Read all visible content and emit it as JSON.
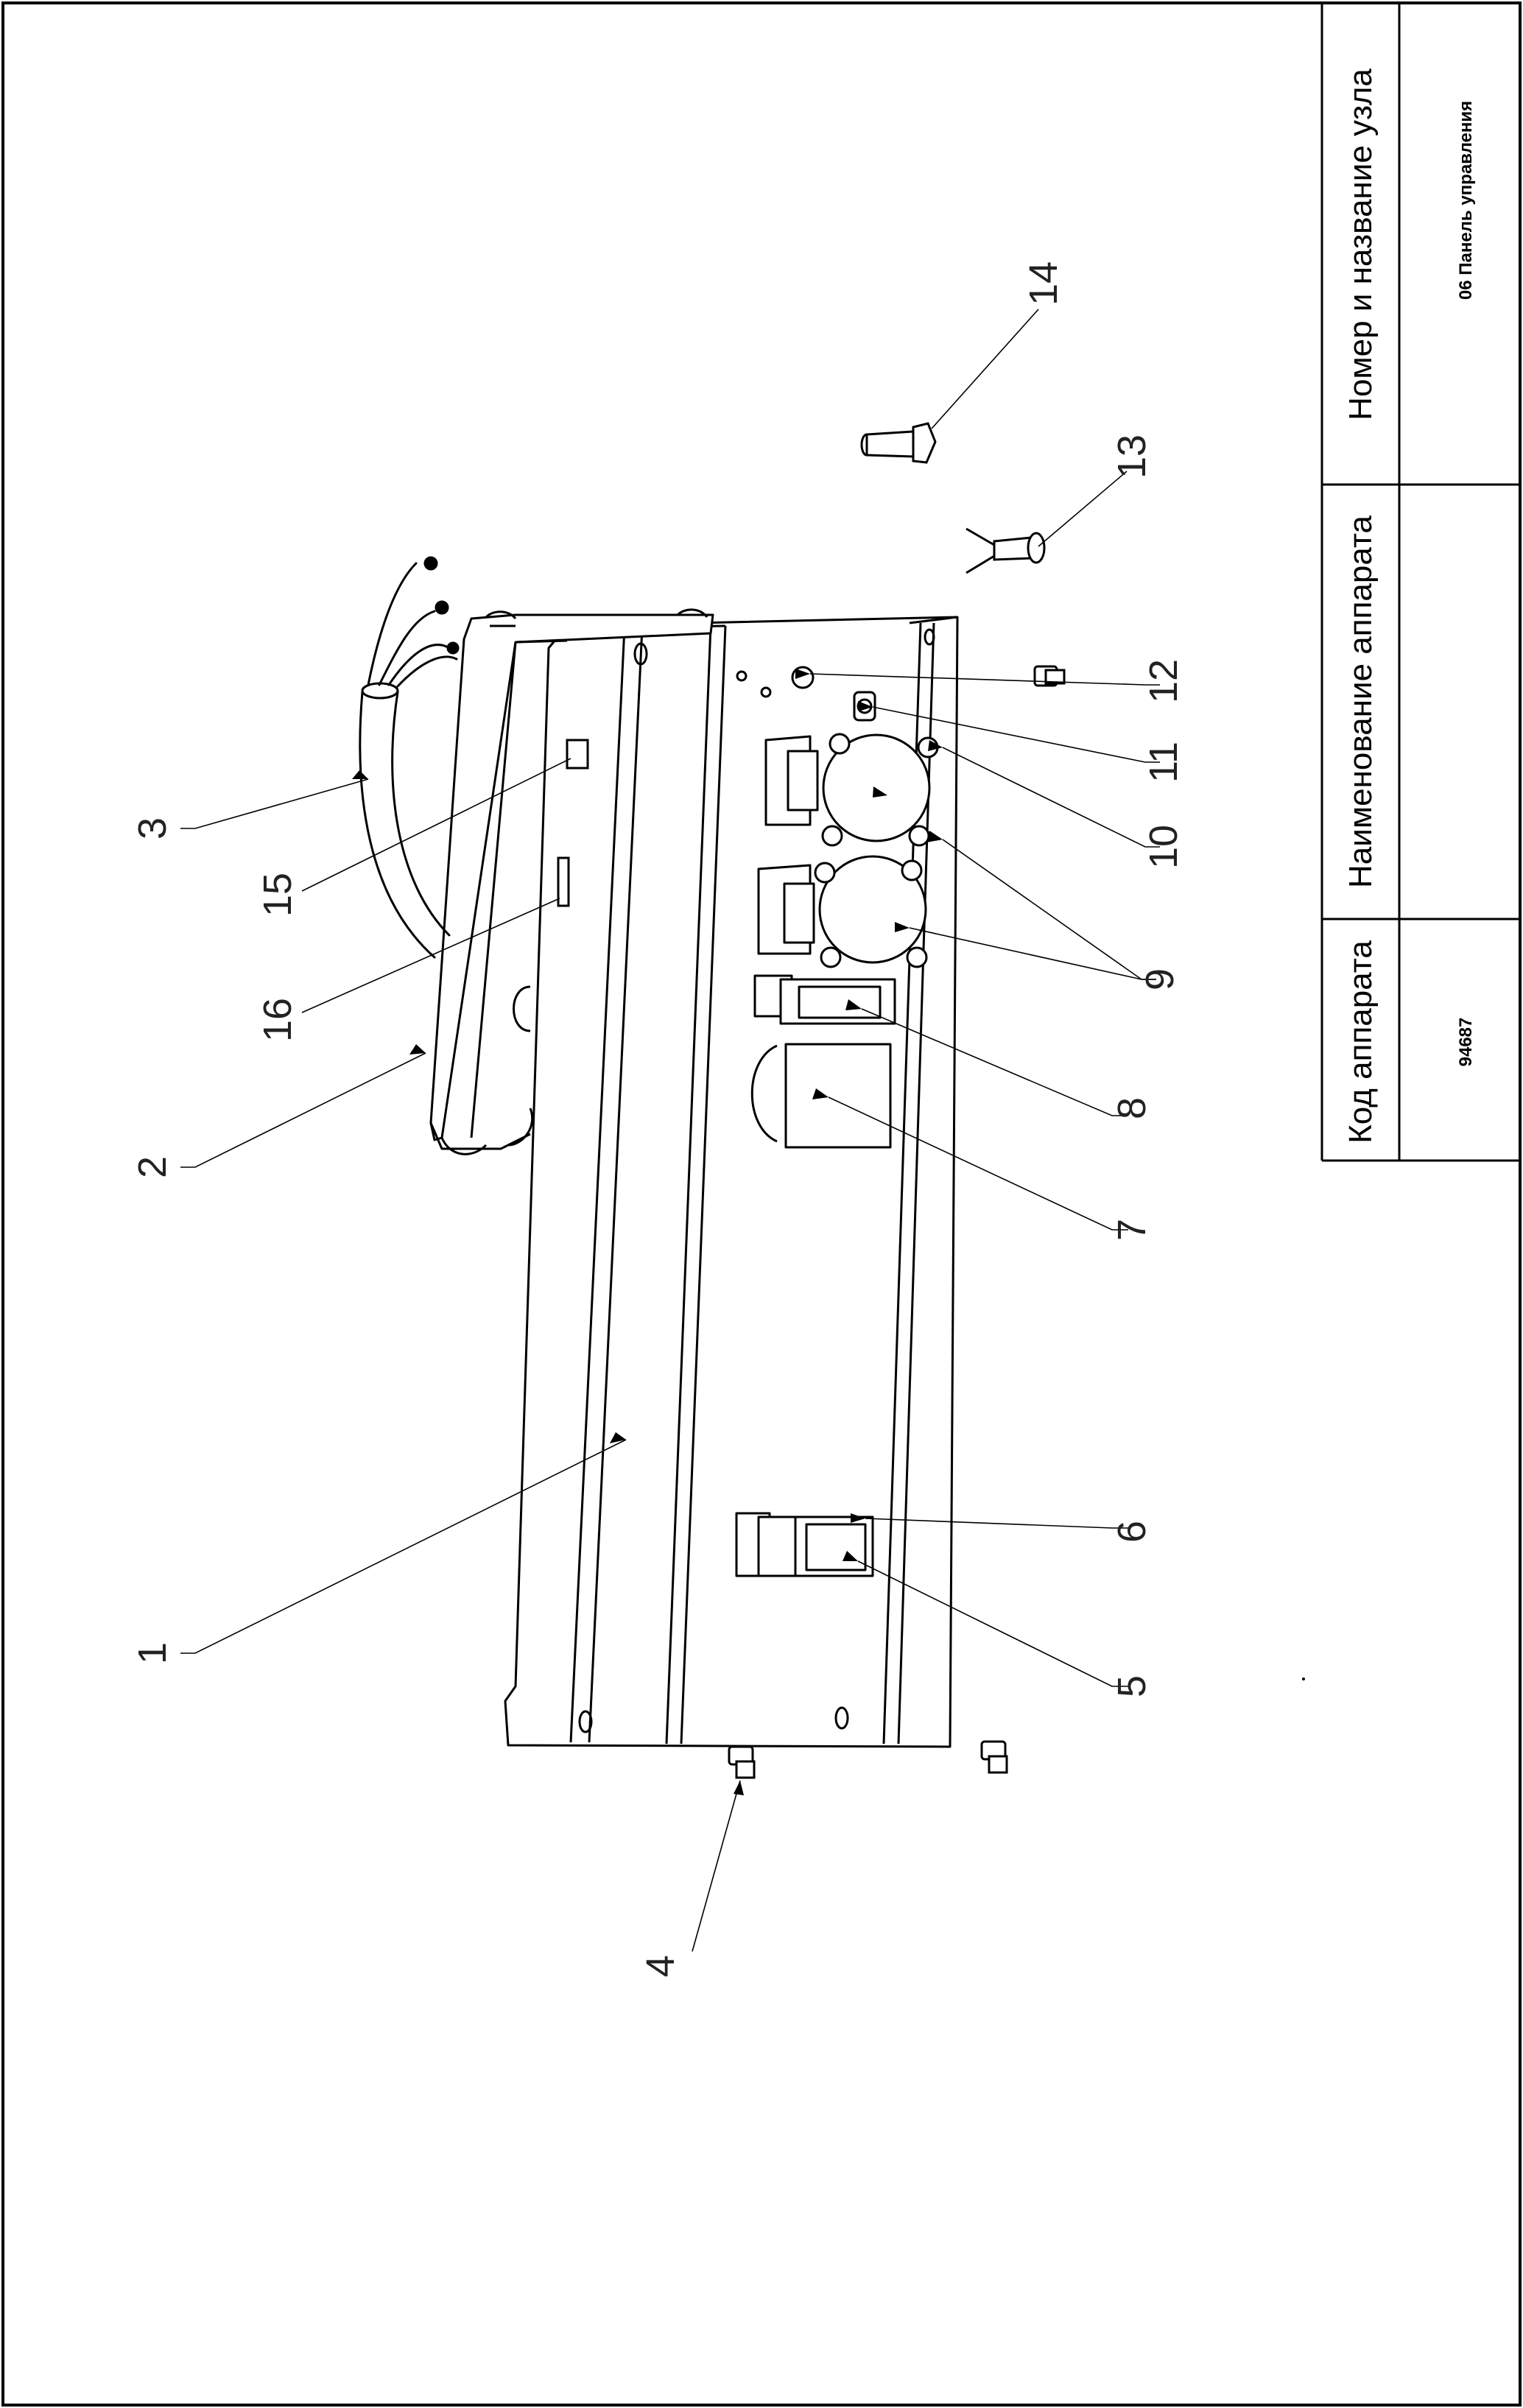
{
  "title_block": {
    "col1": {
      "header": "Код аппарата",
      "value": "94687"
    },
    "col2": {
      "header": "Наименование аппарата",
      "value": ""
    },
    "col3": {
      "header": "Номер и название узла",
      "value": "06 Панель управления"
    }
  },
  "callouts": [
    "1",
    "2",
    "3",
    "4",
    "5",
    "6",
    "7",
    "8",
    "9",
    "10",
    "11",
    "12",
    "13",
    "14",
    "15",
    "16"
  ],
  "colors": {
    "line": "#000000",
    "background": "#ffffff"
  }
}
